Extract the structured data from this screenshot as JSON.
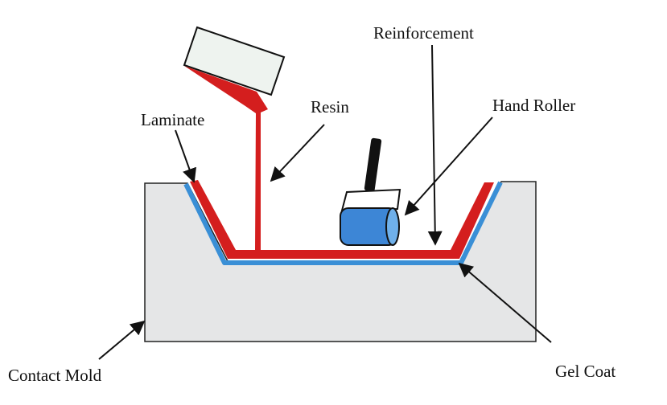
{
  "labels": {
    "reinforcement": "Reinforcement",
    "resin": "Resin",
    "hand_roller": "Hand Roller",
    "laminate": "Laminate",
    "contact_mold": "Contact Mold",
    "gel_coat": "Gel Coat"
  },
  "colors": {
    "mold_fill": "#e5e6e7",
    "resin_red": "#d41e1e",
    "gel_coat_blue": "#3a8fd6",
    "roller_blue": "#3d86d6",
    "container_fill": "#eef3ef",
    "outline": "#111111"
  },
  "icons": {
    "pouring_container": "resin-container-icon",
    "hand_roller": "hand-roller-icon"
  }
}
